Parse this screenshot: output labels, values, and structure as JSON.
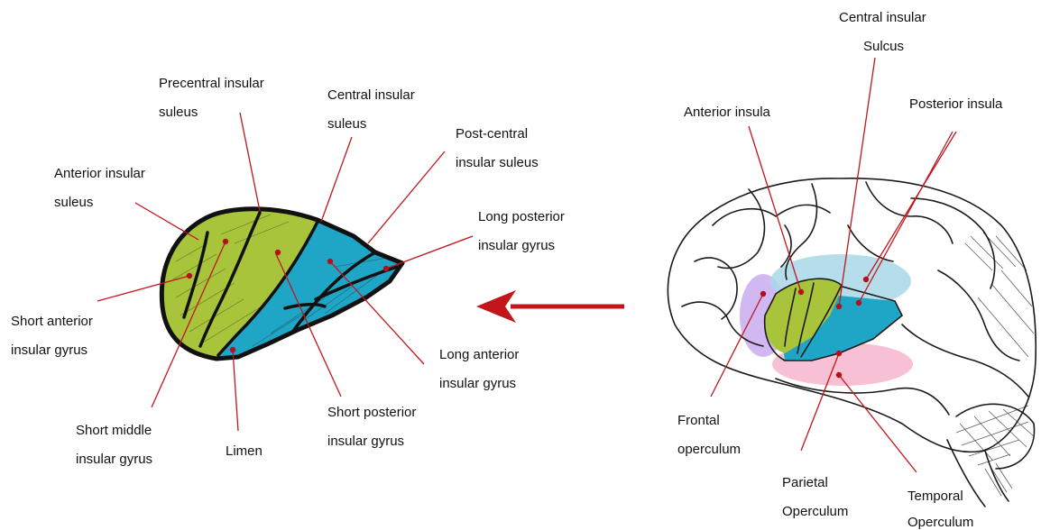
{
  "colors": {
    "anterior_green": "#a8c43a",
    "posterior_blue": "#1fa6c6",
    "frontal_purple": "#c7a6f0",
    "temporal_pink": "#f6b5cc",
    "posterior_lightblue": "#a9d8e6",
    "leader_red": "#c0161c",
    "arrow_red": "#c0161c"
  },
  "left_diagram": {
    "labels": {
      "precentral_sulcus": [
        "Precentral insular",
        "suleus"
      ],
      "central_sulcus": [
        "Central insular",
        "suleus"
      ],
      "postcentral_sulcus": [
        "Post-central",
        "insular suleus"
      ],
      "anterior_sulcus": [
        "Anterior insular",
        "suleus"
      ],
      "long_posterior_gyrus": [
        "Long posterior",
        "insular gyrus"
      ],
      "short_anterior_gyrus": [
        "Short anterior",
        "insular gyrus"
      ],
      "long_anterior_gyrus": [
        "Long anterior",
        "insular gyrus"
      ],
      "short_middle_gyrus": [
        "Short middle",
        "insular gyrus"
      ],
      "limen": [
        "Limen"
      ],
      "short_posterior_gyrus": [
        "Short posterior",
        "insular gyrus"
      ]
    }
  },
  "right_diagram": {
    "labels": {
      "central_sulcus": [
        "Central insular",
        "Sulcus"
      ],
      "anterior_insula": [
        "Anterior insula"
      ],
      "posterior_insula": [
        "Posterior insula"
      ],
      "frontal_operculum": [
        "Frontal",
        "operculum"
      ],
      "parietal_operculum": [
        "Parietal",
        "Operculum"
      ],
      "temporal_operculum": [
        "Temporal",
        "Operculum"
      ]
    }
  },
  "arrow": {
    "direction": "left"
  }
}
